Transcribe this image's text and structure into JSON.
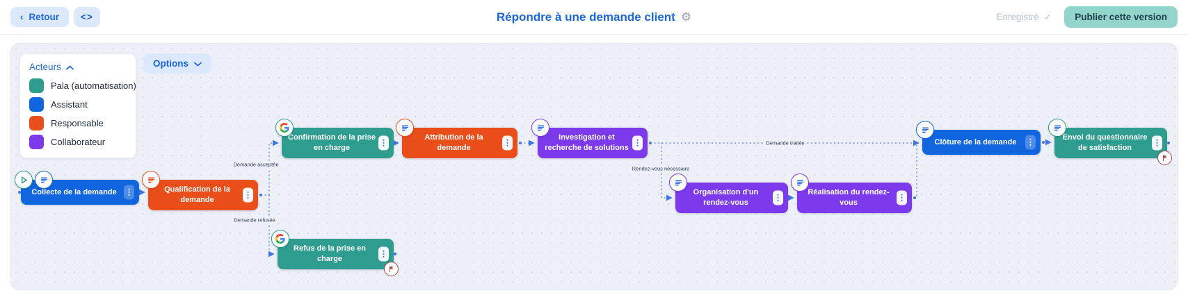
{
  "topbar": {
    "back_chevron": "‹",
    "back_label": "Retour",
    "code_label": "<>",
    "title": "Répondre à une demande client",
    "settings_icon": "⚙",
    "saved_label": "Enregistré",
    "saved_check_icon": "✓",
    "publish_label": "Publier cette version"
  },
  "canvas": {
    "options_label": "Options"
  },
  "legend": {
    "title": "Acteurs",
    "actors": [
      {
        "name": "Pala (automatisation)",
        "color": "#2e9c8e"
      },
      {
        "name": "Assistant",
        "color": "#1165df"
      },
      {
        "name": "Responsable",
        "color": "#e94e1b"
      },
      {
        "name": "Collaborateur",
        "color": "#7c3aec"
      }
    ]
  },
  "workflow": {
    "nodes": [
      {
        "label": "Collecte de la demande",
        "actor": "Assistant",
        "color": "#1165df",
        "badges": [
          "play",
          "form"
        ],
        "end": false
      },
      {
        "label": "Qualification de la demande",
        "actor": "Responsable",
        "color": "#e94e1b",
        "badges": [
          "form"
        ],
        "end": false
      },
      {
        "label": "Confirmation de la prise en charge",
        "actor": "Pala (automatisation)",
        "color": "#2e9c8e",
        "badges": [
          "google"
        ],
        "end": false
      },
      {
        "label": "Attribution de la demande",
        "actor": "Responsable",
        "color": "#e94e1b",
        "badges": [
          "form"
        ],
        "end": false
      },
      {
        "label": "Investigation et recherche de solutions",
        "actor": "Collaborateur",
        "color": "#7c3aec",
        "badges": [
          "form"
        ],
        "end": false
      },
      {
        "label": "Organisation d'un rendez-vous",
        "actor": "Collaborateur",
        "color": "#7c3aec",
        "badges": [
          "form"
        ],
        "end": false
      },
      {
        "label": "Réalisation du rendez-vous",
        "actor": "Collaborateur",
        "color": "#7c3aec",
        "badges": [
          "form"
        ],
        "end": false
      },
      {
        "label": "Clôture de la demande",
        "actor": "Assistant",
        "color": "#1165df",
        "badges": [
          "form"
        ],
        "end": false
      },
      {
        "label": "Envoi du questionnaire de satisfaction",
        "actor": "Pala (automatisation)",
        "color": "#2e9c8e",
        "badges": [
          "form"
        ],
        "end": true
      },
      {
        "label": "Refus de la prise en charge",
        "actor": "Pala (automatisation)",
        "color": "#2e9c8e",
        "badges": [
          "google"
        ],
        "end": true
      }
    ],
    "edges": [
      {
        "from": "Collecte de la demande",
        "to": "Qualification de la demande",
        "label": ""
      },
      {
        "from": "Qualification de la demande",
        "to": "Confirmation de la prise en charge",
        "label": "Demande acceptée"
      },
      {
        "from": "Qualification de la demande",
        "to": "Refus de la prise en charge",
        "label": "Demande refusée"
      },
      {
        "from": "Confirmation de la prise en charge",
        "to": "Attribution de la demande",
        "label": ""
      },
      {
        "from": "Attribution de la demande",
        "to": "Investigation et recherche de solutions",
        "label": ""
      },
      {
        "from": "Investigation et recherche de solutions",
        "to": "Clôture de la demande",
        "label": "Demande traitée"
      },
      {
        "from": "Investigation et recherche de solutions",
        "to": "Organisation d'un rendez-vous",
        "label": "Rendez-vous nécessaire"
      },
      {
        "from": "Organisation d'un rendez-vous",
        "to": "Réalisation du rendez-vous",
        "label": ""
      },
      {
        "from": "Réalisation du rendez-vous",
        "to": "Clôture de la demande",
        "label": ""
      },
      {
        "from": "Clôture de la demande",
        "to": "Envoi du questionnaire de satisfaction",
        "label": ""
      }
    ]
  }
}
